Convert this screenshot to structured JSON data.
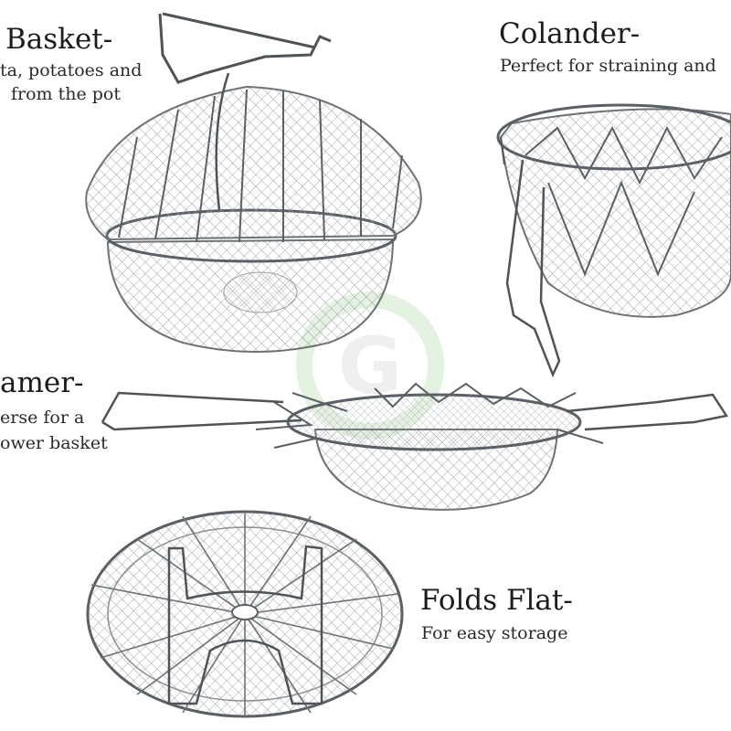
{
  "basket": {
    "title": "Basket-",
    "line1": "ta, potatoes and",
    "line2": "from the pot"
  },
  "colander": {
    "title": "Colander-",
    "line1": "Perfect for straining and"
  },
  "steamer": {
    "title": "amer-",
    "line1": "erse for a",
    "line2": "ower basket"
  },
  "flat": {
    "title": "Folds Flat-",
    "line1": "For easy storage"
  },
  "colors": {
    "wire": "#8a8f94",
    "wire_dark": "#5b6066",
    "watermark": "#cfe8c9",
    "text": "#222222"
  },
  "watermark_letter": "G"
}
